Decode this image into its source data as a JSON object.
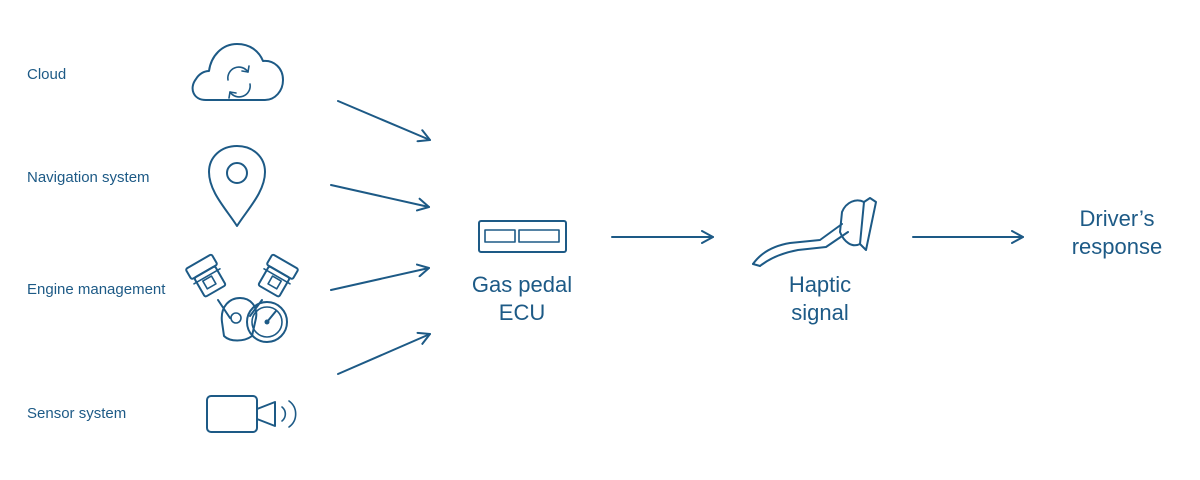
{
  "sources": {
    "cloud": "Cloud",
    "navigation": "Navigation system",
    "engine": "Engine management",
    "sensor": "Sensor system"
  },
  "ecu": {
    "line1": "Gas pedal",
    "line2": "ECU"
  },
  "haptic": {
    "line1": "Haptic",
    "line2": "signal"
  },
  "response": {
    "line1": "Driver’s",
    "line2": "response"
  },
  "icons": {
    "cloud": "cloud-sync-icon",
    "navigation": "map-pin-icon",
    "engine": "engine-pistons-icon",
    "sensor": "camera-sensor-icon",
    "ecu": "ecu-module-icon",
    "haptic": "gas-pedal-icon"
  },
  "colors": {
    "accent": "#1d5a86",
    "background": "#ffffff"
  }
}
